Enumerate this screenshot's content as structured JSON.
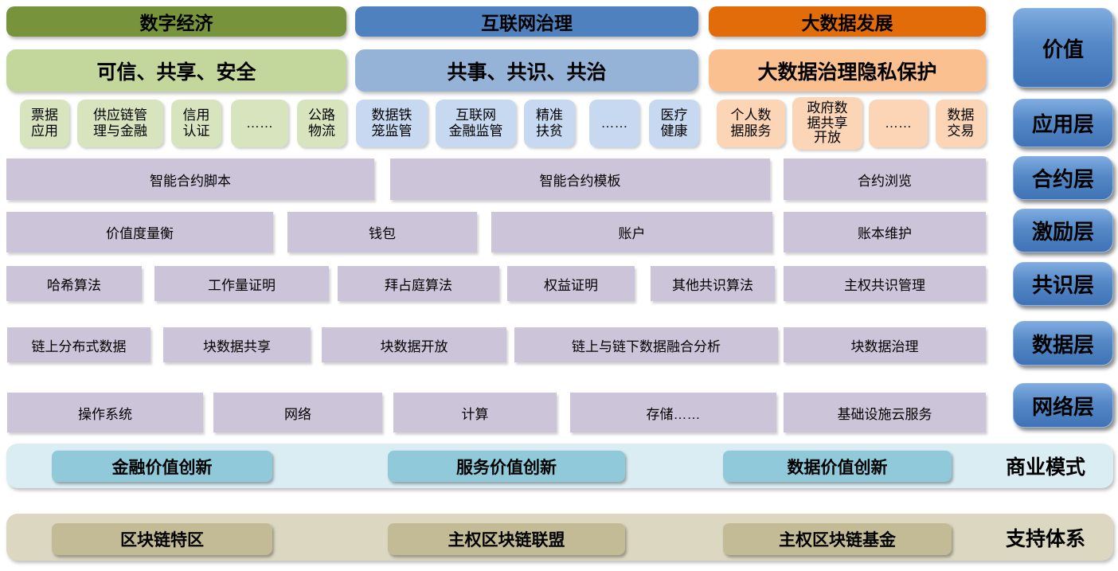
{
  "palette": {
    "digital_economy_header": "#77933C",
    "digital_economy_sub": "#C3D69B",
    "digital_economy_app": "#D7E4BD",
    "internet_governance_header": "#4E81BD",
    "internet_governance_sub": "#95B3D7",
    "internet_governance_app": "#C6D9F1",
    "bigdata_header": "#E36C0A",
    "bigdata_sub": "#FAC090",
    "bigdata_app": "#FBD5B5",
    "module_box": "#CCC4D9",
    "layer_button_top": "#7FACE0",
    "layer_button_bottom": "#3F73B6",
    "business_band_bg": "#DAEDF3",
    "business_band_box": "#8FC9DA",
    "support_band_bg": "#DBD7C1",
    "support_band_box": "#C3BB95"
  },
  "columns": [
    {
      "header": "数字经济",
      "subheader": "可信、共享、安全",
      "apps": [
        "票据\n应用",
        "供应链管\n理与金融",
        "信用\n认证",
        "……",
        "公路\n物流"
      ]
    },
    {
      "header": "互联网治理",
      "subheader": "共事、共识、共治",
      "apps": [
        "数据铁\n笼监管",
        "互联网\n金融监管",
        "精准\n扶贫",
        "……",
        "医疗\n健康"
      ]
    },
    {
      "header": "大数据发展",
      "subheader": "大数据治理隐私保护",
      "apps": [
        "个人数\n据服务",
        "政府数\n据共享\n开放",
        "……",
        "数据\n交易"
      ]
    }
  ],
  "rail": [
    "价值",
    "应用层",
    "合约层",
    "激励层",
    "共识层",
    "数据层",
    "网络层"
  ],
  "rows": {
    "contract": [
      "智能合约脚本",
      "智能合约模板",
      "合约浏览"
    ],
    "incentive": [
      "价值度量衡",
      "钱包",
      "账户",
      "账本维护"
    ],
    "consensus": [
      "哈希算法",
      "工作量证明",
      "拜占庭算法",
      "权益证明",
      "其他共识算法",
      "主权共识管理"
    ],
    "data": [
      "链上分布式数据",
      "块数据共享",
      "块数据开放",
      "链上与链下数据融合分析",
      "块数据治理"
    ],
    "network": [
      "操作系统",
      "网络",
      "计算",
      "存储……",
      "基础设施云服务"
    ]
  },
  "bands": [
    {
      "label": "商业模式",
      "items": [
        "金融价值创新",
        "服务价值创新",
        "数据价值创新"
      ]
    },
    {
      "label": "支持体系",
      "items": [
        "区块链特区",
        "主权区块链联盟",
        "主权区块链基金"
      ]
    }
  ]
}
